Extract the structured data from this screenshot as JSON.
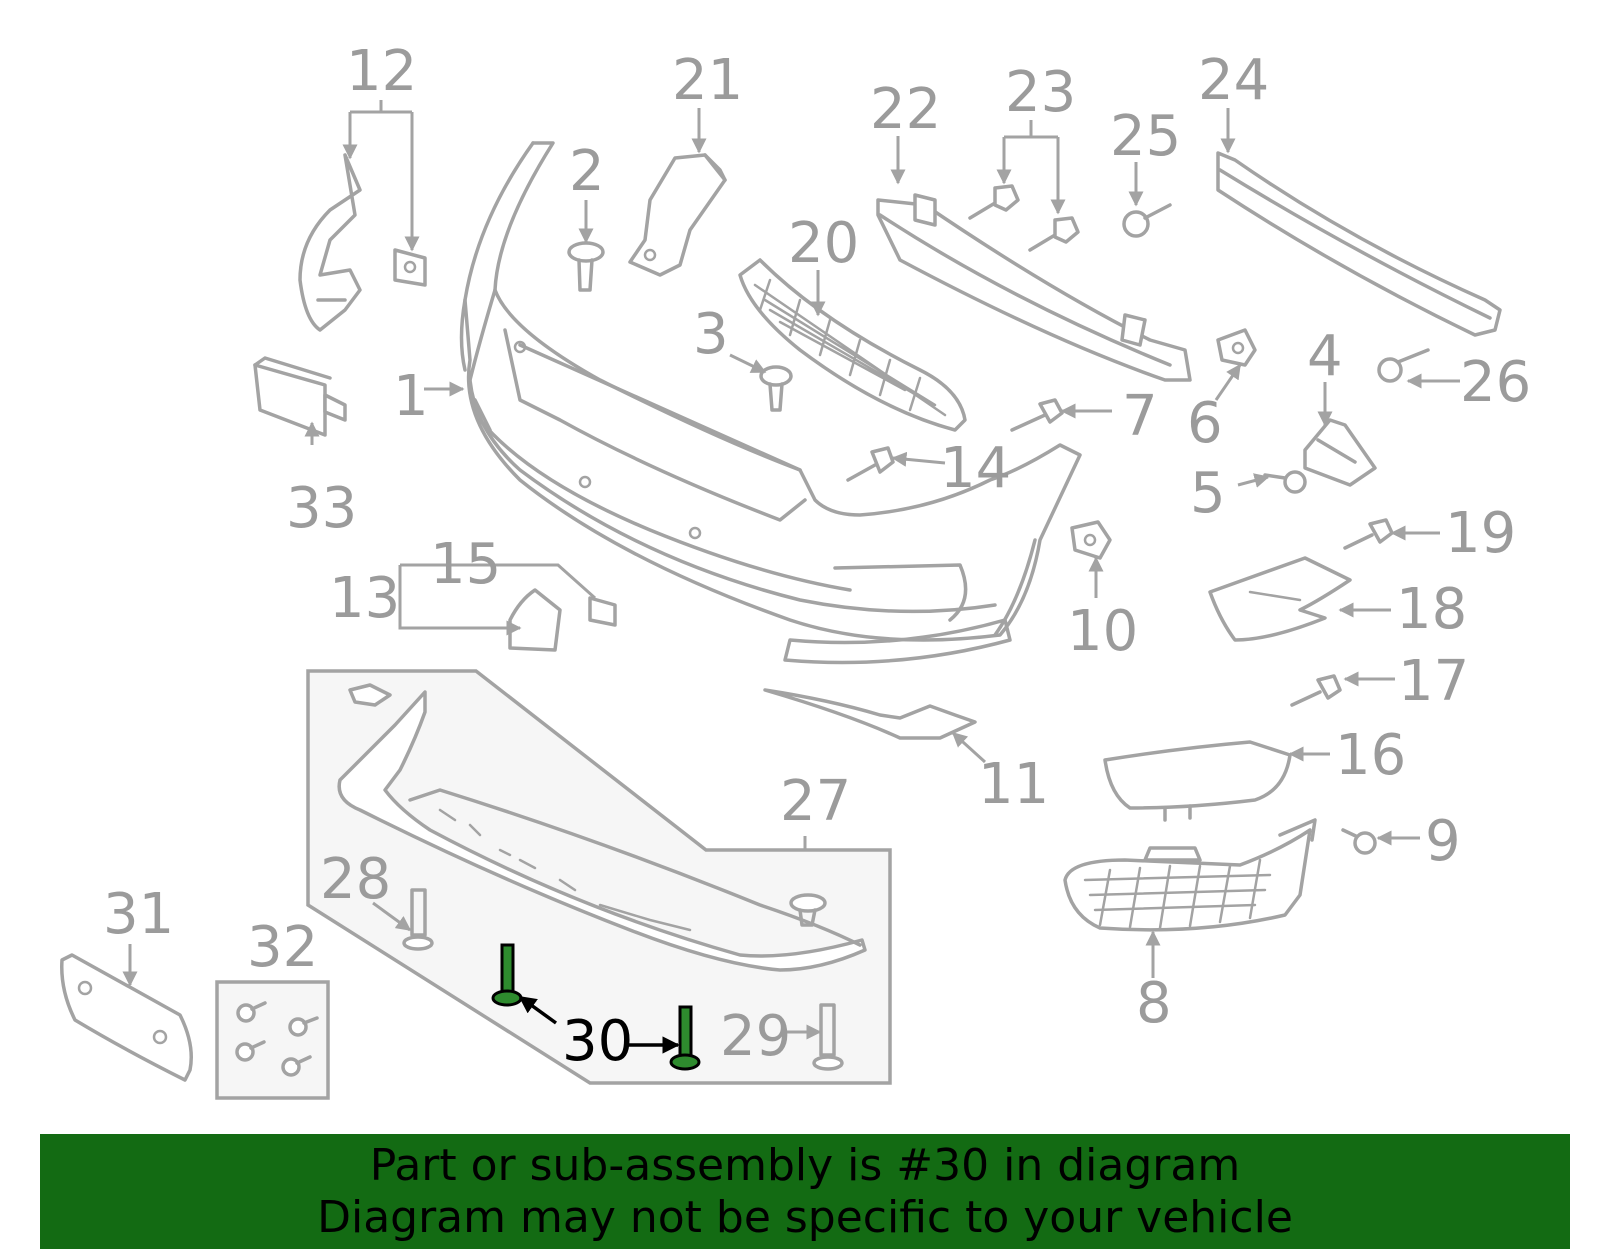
{
  "callouts": {
    "c1": "1",
    "c2": "2",
    "c3": "3",
    "c4": "4",
    "c5": "5",
    "c6": "6",
    "c7": "7",
    "c8": "8",
    "c9": "9",
    "c10": "10",
    "c11": "11",
    "c12": "12",
    "c13": "13",
    "c14": "14",
    "c15": "15",
    "c16": "16",
    "c17": "17",
    "c18": "18",
    "c19": "19",
    "c20": "20",
    "c21": "21",
    "c22": "22",
    "c23": "23",
    "c24": "24",
    "c25": "25",
    "c26": "26",
    "c27": "27",
    "c28": "28",
    "c29": "29",
    "c30": "30",
    "c31": "31",
    "c32": "32",
    "c33": "33"
  },
  "highlighted_part": "30",
  "colors": {
    "part_line": "#a3a3a3",
    "label": "#9b9b9b",
    "highlight": "#2e8b2e",
    "banner": "#136b13"
  },
  "banner": {
    "line1": "Part or sub-assembly is #30 in diagram",
    "line2": "Diagram may not be specific to your vehicle"
  }
}
